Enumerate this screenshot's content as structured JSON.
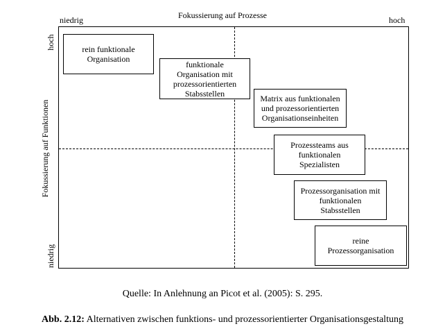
{
  "axis": {
    "x_title": "Fokussierung auf Prozesse",
    "x_low": "niedrig",
    "x_high": "hoch",
    "y_title": "Fokussierung auf Funktionen",
    "y_high": "hoch",
    "y_low": "niedrig"
  },
  "boxes": [
    {
      "id": "rein-funktionale",
      "lines": [
        "rein funktionale",
        "Organisation"
      ]
    },
    {
      "id": "funktionale-stabsstellen",
      "lines": [
        "funktionale",
        "Organisation mit",
        "prozessorientierten",
        "Stabsstellen"
      ]
    },
    {
      "id": "matrix",
      "lines": [
        "Matrix aus funktionalen",
        "und prozessorientierten",
        "Organisationseinheiten"
      ]
    },
    {
      "id": "prozessteams",
      "lines": [
        "Prozessteams aus",
        "funktionalen",
        "Spezialisten"
      ]
    },
    {
      "id": "prozessorganisation-stabsstellen",
      "lines": [
        "Prozessorganisation mit",
        "funktionalen",
        "Stabsstellen"
      ]
    },
    {
      "id": "reine-prozessorganisation",
      "lines": [
        "reine",
        "Prozessorganisation"
      ]
    }
  ],
  "source": "Quelle: In Anlehnung an Picot et al. (2005): S. 295.",
  "caption": {
    "label": "Abb. 2.12:",
    "text": " Alternativen zwischen funktions- und prozessorientierter Organisationsgestaltung"
  }
}
